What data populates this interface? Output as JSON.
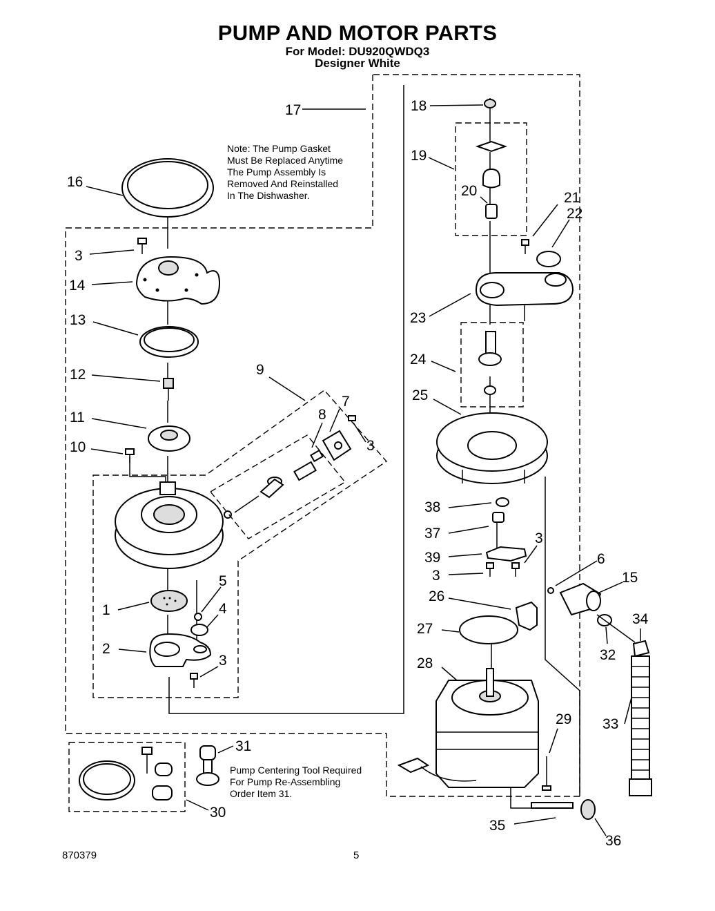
{
  "header": {
    "title": "PUMP AND MOTOR PARTS",
    "model": "For Model: DU920QWDQ3",
    "variant": "Designer White"
  },
  "notes": {
    "gasket_note": [
      "Note: The Pump Gasket",
      "Must Be Replaced Anytime",
      "The Pump Assembly Is",
      "Removed And Reinstalled",
      "In The Dishwasher."
    ],
    "tool_note": [
      "Pump Centering Tool Required",
      "For Pump Re-Assembling",
      "Order Item 31."
    ]
  },
  "callouts": {
    "c1": "1",
    "c2": "2",
    "c3a": "3",
    "c3b": "3",
    "c3c": "3",
    "c3d": "3",
    "c3e": "3",
    "c4": "4",
    "c5": "5",
    "c6": "6",
    "c7": "7",
    "c8": "8",
    "c9": "9",
    "c10": "10",
    "c11": "11",
    "c12": "12",
    "c13": "13",
    "c14": "14",
    "c15": "15",
    "c16": "16",
    "c17": "17",
    "c18": "18",
    "c19": "19",
    "c20": "20",
    "c21": "21",
    "c22": "22",
    "c23": "23",
    "c24": "24",
    "c25": "25",
    "c26": "26",
    "c27": "27",
    "c28": "28",
    "c29": "29",
    "c30": "30",
    "c31": "31",
    "c32": "32",
    "c33": "33",
    "c34": "34",
    "c35": "35",
    "c36": "36",
    "c37": "37",
    "c38": "38",
    "c39": "39"
  },
  "footer": {
    "doc_number": "870379",
    "page_number": "5"
  }
}
